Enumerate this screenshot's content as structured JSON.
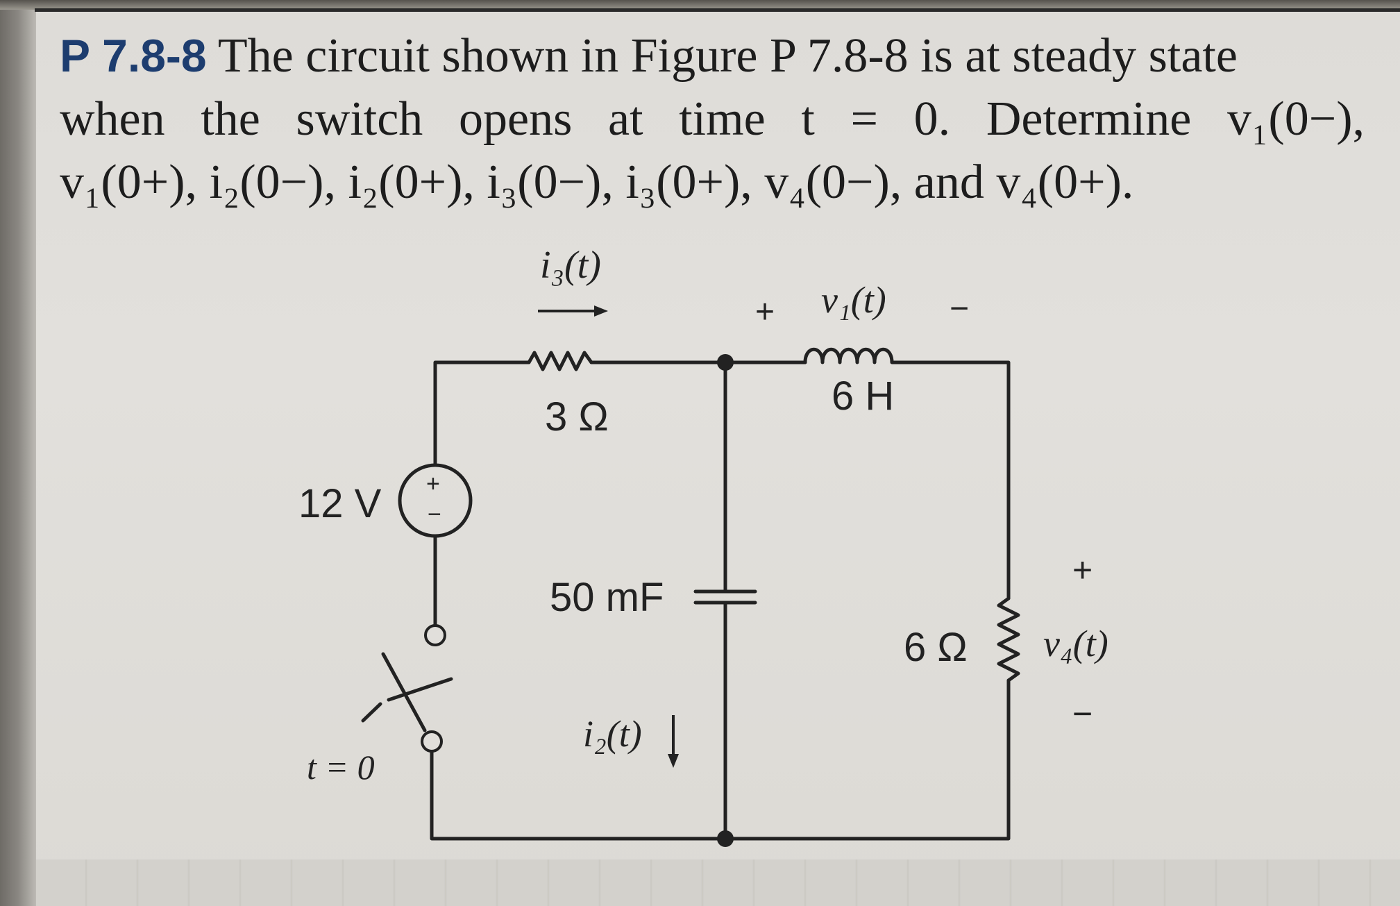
{
  "problem": {
    "number": "P 7.8-8",
    "line1": "The circuit shown in Figure P 7.8-8 is at steady state",
    "line2": "when the switch opens at time t = 0. Determine v₁(0−),",
    "line3": "v₁(0+), i₂(0−), i₂(0+), i₃(0−), i₃(0+), v₄(0−), and v₄(0+)."
  },
  "circuit": {
    "i3_label": "i₃(t)",
    "v1_plus": "+",
    "v1_label": "v₁(t)",
    "v1_minus": "−",
    "resistor1_value": "3 Ω",
    "inductor_value": "6 H",
    "source_value": "12 V",
    "source_plus": "+",
    "source_minus": "−",
    "capacitor_value": "50 mF",
    "resistor2_value": "6 Ω",
    "v4_plus": "+",
    "v4_label": "v₄(t)",
    "v4_minus": "−",
    "i2_label": "i₂(t)",
    "switch_label": "t = 0"
  },
  "colors": {
    "ink": "#222222",
    "problem_number": "#1d3d6f"
  }
}
